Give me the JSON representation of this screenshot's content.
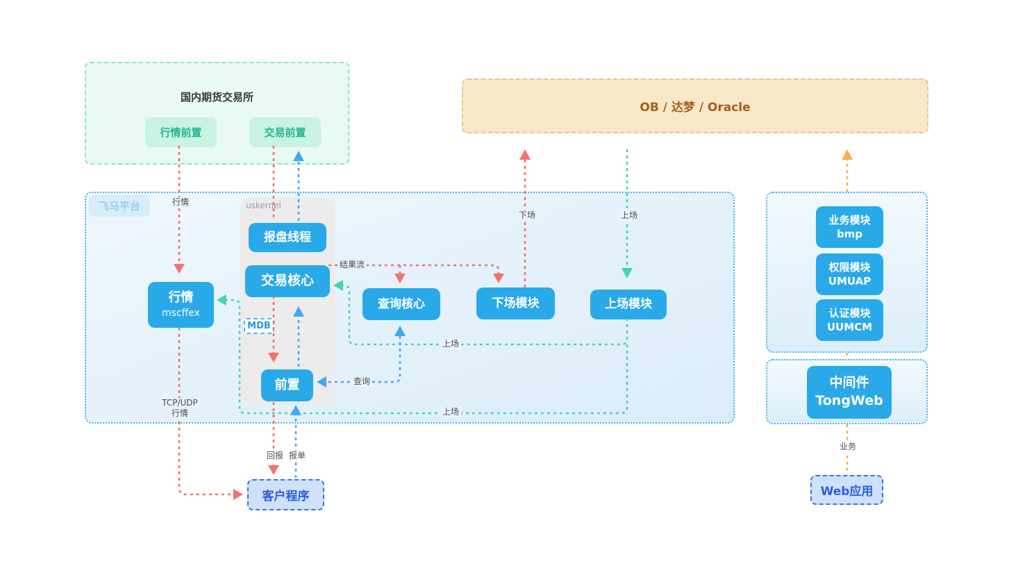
{
  "colors": {
    "red": "#f4716b",
    "blue": "#41a8f2",
    "teal": "#45d5ad",
    "orange": "#f6b04e",
    "module-blue": "#29a9e8",
    "panel-border": "#4db3ea",
    "green-border": "#8ae5c8",
    "green-bg": "#e8faf3",
    "green-chip-bg": "#c9f2e3",
    "green-text": "#27b593",
    "db-bg": "#f7e8ca",
    "db-border": "#eec487",
    "db-text": "#a55d1e",
    "client-bg": "#cfe0fb",
    "client-border": "#3b6fe0",
    "client-text": "#2a5fd7"
  },
  "exchange": {
    "title": "国内期货交易所",
    "quote_front": "行情前置",
    "trade_front": "交易前置"
  },
  "database": {
    "label": "OB / 达梦 / Oracle"
  },
  "platform": {
    "label": "飞马平台",
    "uskernel_label": "uskernel",
    "order_thread": "报盘线程",
    "trade_core": "交易核心",
    "mdb": "MDB",
    "front": "前置",
    "quote_line1": "行情",
    "quote_line2": "mscffex",
    "query_core": "查询核心",
    "offload_module": "下场模块",
    "onload_module": "上场模块"
  },
  "services": {
    "business_line1": "业务模块",
    "business_line2": "bmp",
    "perm_line1": "权限模块",
    "perm_line2": "UMUAP",
    "auth_line1": "认证模块",
    "auth_line2": "UUMCM",
    "middleware_line1": "中间件",
    "middleware_line2": "TongWeb"
  },
  "clients": {
    "client_program": "客户程序",
    "web_app": "Web应用"
  },
  "edge_labels": {
    "quote": "行情",
    "offload": "下场",
    "onload": "上场",
    "result_flow": "结果流",
    "onload_core": "上场",
    "query": "查询",
    "onload_front": "上场",
    "tcpudp_line1": "TCP/UDP",
    "tcpudp_line2": "行情",
    "report": "回报",
    "order": "报单",
    "business": "业务"
  }
}
